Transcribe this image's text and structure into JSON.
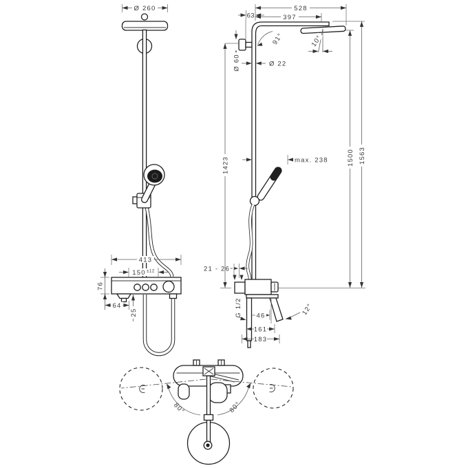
{
  "dims": {
    "front": {
      "head_diameter": "Ø 260",
      "body_width": "413",
      "connection_spacing": "150",
      "connection_tolerance": "±12",
      "body_height": "76",
      "outlet_offset": "64",
      "drop_offset": "25"
    },
    "side": {
      "reach_total": "528",
      "reach_center": "397",
      "top_offset": "63",
      "bend_angle": "91°",
      "head_angle": "10°",
      "escutcheon_diameter": "Ø 60",
      "pipe_diameter": "Ø 22",
      "height_overall": "1563",
      "height_head": "1500",
      "height_riser": "1423",
      "handshower_max": "max. 238",
      "wall_gap": "21 - 26",
      "thread_size": "G 1/2",
      "spout_angle": "12°",
      "spout_offset": "46",
      "spout_depth": "161",
      "overall_depth": "183"
    },
    "bottom": {
      "swivel_left": "80°",
      "swivel_right": "80°"
    }
  }
}
